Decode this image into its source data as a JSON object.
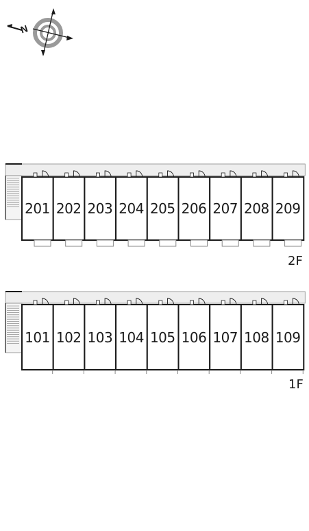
{
  "compass": {
    "north_letter": "N"
  },
  "floors": [
    {
      "label": "2F",
      "rooms": [
        "201",
        "202",
        "203",
        "204",
        "205",
        "206",
        "207",
        "208",
        "209"
      ]
    },
    {
      "label": "1F",
      "rooms": [
        "101",
        "102",
        "103",
        "104",
        "105",
        "106",
        "107",
        "108",
        "109"
      ]
    }
  ],
  "colors": {
    "wall": "#1a1a1a",
    "corridor": "#eeeeee",
    "line": "#888888",
    "compass_ring": "#999999"
  }
}
